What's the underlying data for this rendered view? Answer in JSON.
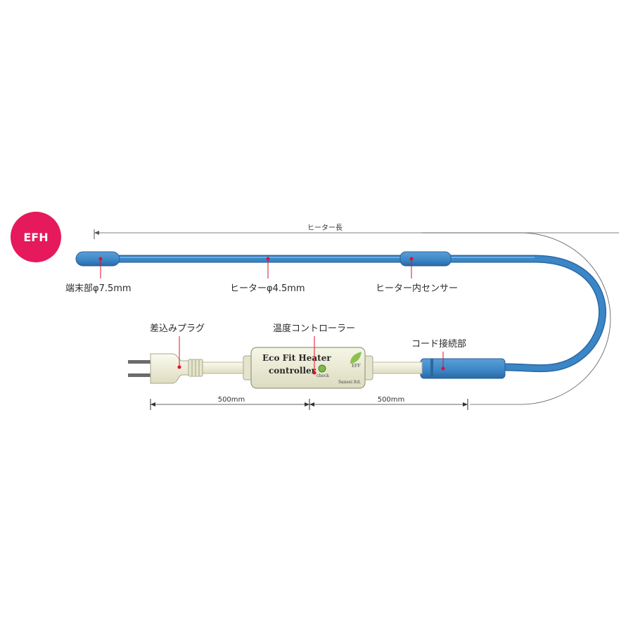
{
  "badge": {
    "text": "EFH",
    "color": "#e5195c"
  },
  "colors": {
    "heater_cable": "#3b86c6",
    "heater_cable_dark": "#2b67a3",
    "cord": "#f3f2dd",
    "cord_edge": "#b8b79a",
    "controller_fill": "#eeeed8",
    "marker": "#e01030",
    "dimension_line": "#333333"
  },
  "labels": {
    "heater_length": "ヒーター長",
    "terminal": "端末部φ7.5mm",
    "heater_diameter": "ヒーターφ4.5mm",
    "sensor": "ヒーター内センサー",
    "plug": "差込みプラグ",
    "controller": "温度コントローラー",
    "cord_joint": "コード接続部",
    "dim_plug_controller": "500mm",
    "dim_controller_joint": "500mm"
  },
  "controller": {
    "line1": "Eco Fit Heater",
    "line2": "controller",
    "check": "check",
    "maker": "Sansei ltd.",
    "logo_text": "EFF"
  }
}
